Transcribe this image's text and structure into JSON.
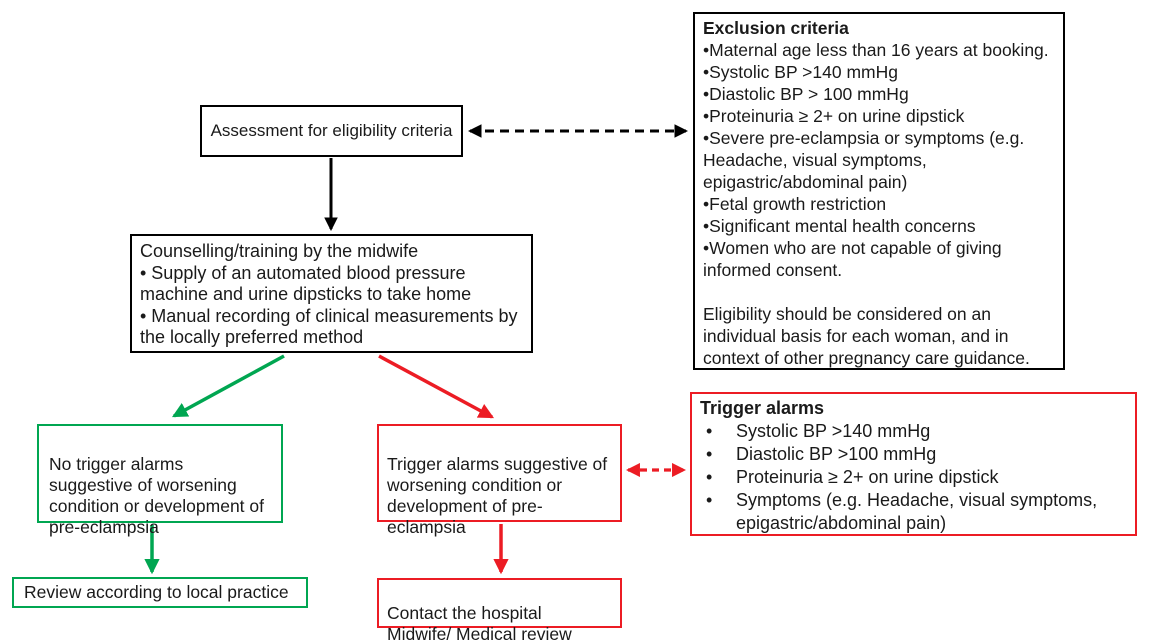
{
  "colors": {
    "neutral": "#000000",
    "positive": "#00a651",
    "alert": "#ec1c24",
    "background": "#ffffff"
  },
  "icons": {
    "bullet": "•"
  },
  "boxes": {
    "assessment": {
      "text": "Assessment for eligibility criteria"
    },
    "exclusion": {
      "title": "Exclusion criteria",
      "items": [
        "•Maternal age less than 16 years at booking.",
        "•Systolic BP >140 mmHg",
        "•Diastolic BP > 100 mmHg",
        "•Proteinuria ≥ 2+ on urine dipstick",
        "•Severe pre-eclampsia or symptoms (e.g. Headache, visual symptoms, epigastric/abdominal pain)",
        "•Fetal growth restriction",
        "•Significant mental health concerns",
        "•Women who are not capable of giving informed consent."
      ],
      "note": "Eligibility should be considered on an individual basis for each woman, and in context of other pregnancy care guidance."
    },
    "counselling": {
      "lines": [
        "Counselling/training by the midwife",
        "• Supply of an automated blood pressure machine and urine dipsticks to take home",
        "• Manual recording of clinical measurements by the locally preferred method"
      ]
    },
    "no_trigger": {
      "text": "No trigger alarms\nsuggestive of worsening\ncondition or development of\npre-eclampsia"
    },
    "trigger": {
      "text": "Trigger alarms suggestive of\nworsening condition or\ndevelopment of pre-\neclampsia"
    },
    "trigger_detail": {
      "title": "Trigger alarms",
      "items": [
        "Systolic BP >140 mmHg",
        "Diastolic BP >100 mmHg",
        "Proteinuria ≥ 2+ on urine dipstick",
        "Symptoms (e.g. Headache, visual symptoms, epigastric/abdominal pain)"
      ]
    },
    "review": {
      "text": "Review according to local practice"
    },
    "contact": {
      "text": "Contact the hospital\nMidwife/ Medical review"
    }
  },
  "connections": [
    {
      "from": "assessment",
      "to": "exclusion",
      "style": "dashed",
      "color": "#000000",
      "bidirectional": true
    },
    {
      "from": "assessment",
      "to": "counselling",
      "style": "solid",
      "color": "#000000",
      "bidirectional": false
    },
    {
      "from": "counselling",
      "to": "no_trigger",
      "style": "solid",
      "color": "#00a651",
      "bidirectional": false
    },
    {
      "from": "counselling",
      "to": "trigger",
      "style": "solid",
      "color": "#ec1c24",
      "bidirectional": false
    },
    {
      "from": "trigger",
      "to": "trigger_detail",
      "style": "dashed",
      "color": "#ec1c24",
      "bidirectional": true
    },
    {
      "from": "no_trigger",
      "to": "review",
      "style": "solid",
      "color": "#00a651",
      "bidirectional": false
    },
    {
      "from": "trigger",
      "to": "contact",
      "style": "solid",
      "color": "#ec1c24",
      "bidirectional": false
    }
  ]
}
